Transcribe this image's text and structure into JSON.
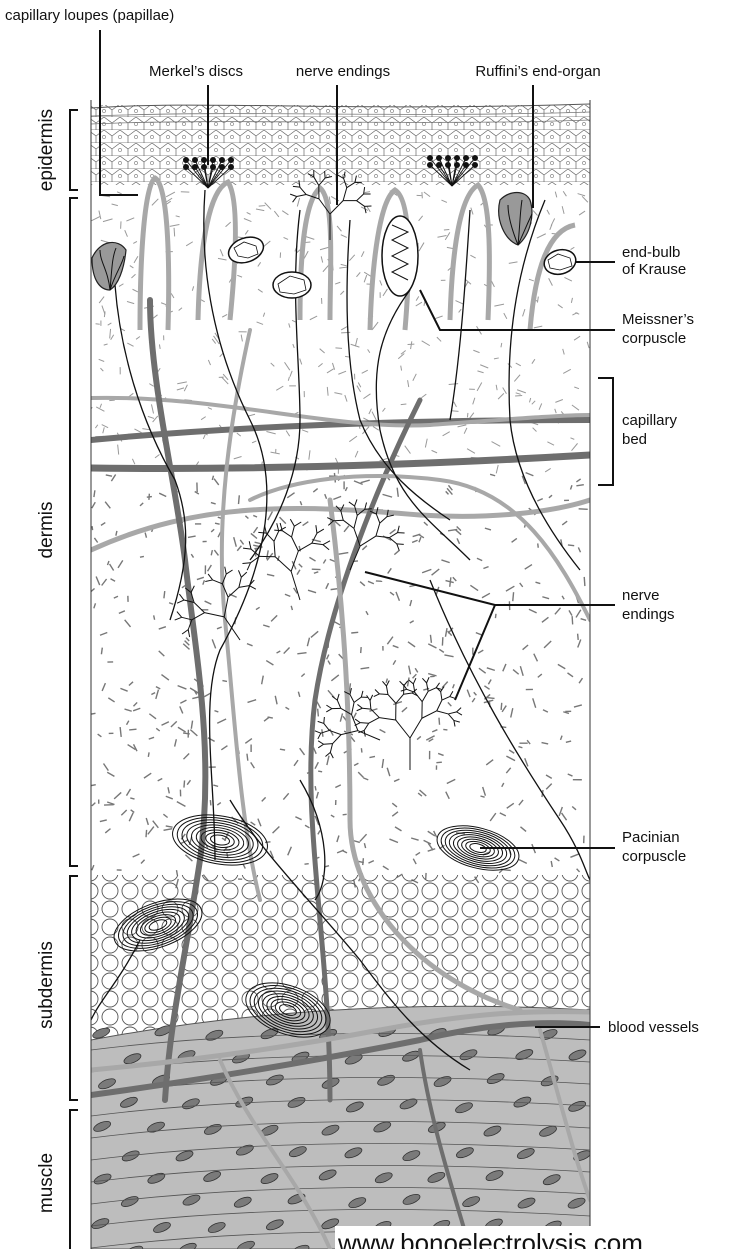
{
  "labels": {
    "capillary_loupes": "capillary loupes (papillae)",
    "merkels_discs": "Merkel’s discs",
    "nerve_endings_top": "nerve endings",
    "ruffinis_end_organ": "Ruffini’s end-organ",
    "end_bulb_line1": "end-bulb",
    "end_bulb_line2": "of Krause",
    "meissner_line1": "Meissner’s",
    "meissner_line2": "corpuscle",
    "capillary_bed_line1": "capillary",
    "capillary_bed_line2": "bed",
    "nerve_endings_right_line1": "nerve",
    "nerve_endings_right_line2": "endings",
    "pacinian_line1": "Pacinian",
    "pacinian_line2": "corpuscle",
    "blood_vessels": "blood vessels"
  },
  "layers": {
    "epidermis": "epidermis",
    "dermis": "dermis",
    "subdermis": "subdermis",
    "muscle": "muscle"
  },
  "watermark": "www.bonoelectrolysis.com",
  "colors": {
    "ink": "#111111",
    "vessel_dark": "#6e6e6e",
    "vessel_light": "#a8a8a8",
    "muscle_fill": "#bdbdbd",
    "muscle_cell": "#7a7a7a",
    "fiber": "#888888"
  }
}
